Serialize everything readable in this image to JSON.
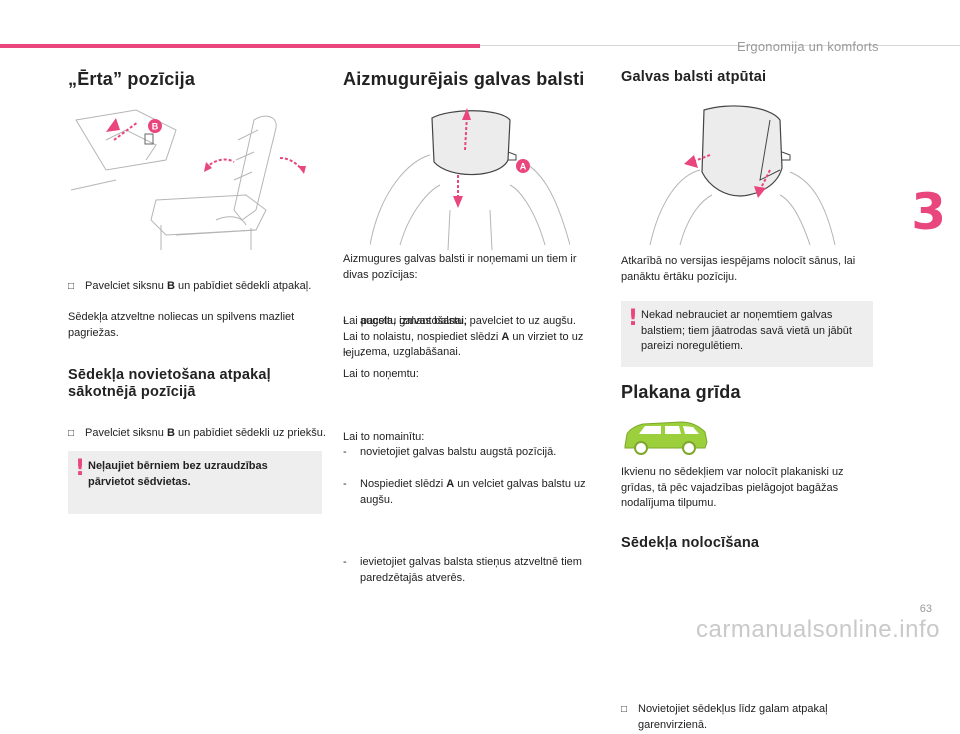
{
  "header": {
    "section_title": "Ergonomija un komforts"
  },
  "chapter_number": "3",
  "page_number": "63",
  "watermark": "carmanualsonline.info",
  "col1": {
    "title": "„Ērta” pozīcija",
    "bullet1_a": "Pavelciet siksnu ",
    "bullet1_b": "B",
    "bullet1_c": " un pabīdiet sēdekli atpakaļ.",
    "para1": "Sēdekļa atzveltne noliecas un spilvens mazliet pagriežas.",
    "subtitle": "Sēdekļa novietošana atpakaļ sākotnējā pozīcijā",
    "bullet2_a": "Pavelciet siksnu ",
    "bullet2_b": "B",
    "bullet2_c": " un pabīdiet sēdekli uz priekšu.",
    "warning": "Neļaujiet bērniem bez uzraudzības pārvietot sēdvietas.",
    "figure_label": "B"
  },
  "col2": {
    "title": "Aizmugurējais galvas balsti",
    "figure_label": "A",
    "intro": "Aizmugures galvas balsti ir noņemami un tiem ir divas pozīcijas:",
    "dash1": "augsta, izmantošanai;",
    "dash2": "zema, uzglabāšanai.",
    "para2": "Lai paceltu galvas balstu, pavelciet to uz augšu.",
    "para3_a": "Lai to nolaistu, nospiediet slēdzi ",
    "para3_b": "A",
    "para3_c": " un virziet to uz leju.",
    "remove_title": "Lai to noņemtu:",
    "dash3": "novietojiet galvas balstu augstā pozīcijā.",
    "dash4_a": "Nospiediet slēdzi ",
    "dash4_b": "A",
    "dash4_c": " un velciet galvas balstu uz augšu.",
    "refit_title": "Lai to nomainītu:",
    "dash5": "ievietojiet galvas balsta stieņus atzveltnē tiem paredzētajās atverēs."
  },
  "col3": {
    "title": "Galvas balsti atpūtai",
    "para1": "Atkarībā no versijas iespējams nolocīt sānus, lai panāktu ērtāku pozīciju.",
    "warning": "Nekad nebrauciet ar noņemtiem galvas balstiem; tiem jāatrodas savā vietā un jābūt pareizi noregulētiem.",
    "title2": "Plakana grīda",
    "para2": "Ikvienu no sēdekļiem var nolocīt plakaniski uz grīdas, tā pēc vajadzības pielāgojot bagāžas nodalījuma tilpumu.",
    "subtitle": "Sēdekļa nolocīšana",
    "bullet1": "Novietojiet sēdekļus līdz galam atpakaļ garenvirzienā."
  },
  "colors": {
    "accent": "#e8467c",
    "car_green": "#9ccf3c",
    "warn_bg": "#eeeeee"
  },
  "icons": {
    "bullet": "checkbox-bullet-icon",
    "warning": "exclamation-icon"
  }
}
